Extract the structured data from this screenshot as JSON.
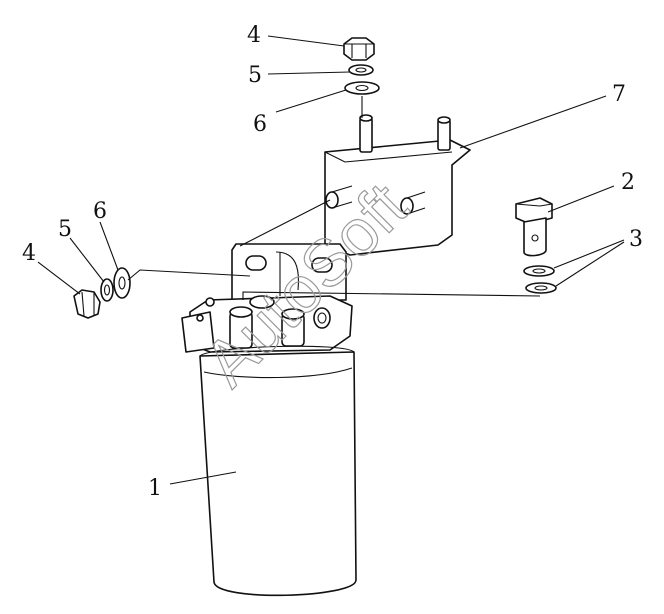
{
  "callouts": {
    "c4_top": "4",
    "c5_top": "5",
    "c6_top": "6",
    "c7": "7",
    "c2": "2",
    "c3": "3",
    "c6_left": "6",
    "c5_left": "5",
    "c4_left": "4",
    "c1": "1"
  },
  "watermark": "AutoSoft",
  "colors": {
    "line": "#111111",
    "background": "#ffffff",
    "watermark": "#9a9a9a"
  }
}
